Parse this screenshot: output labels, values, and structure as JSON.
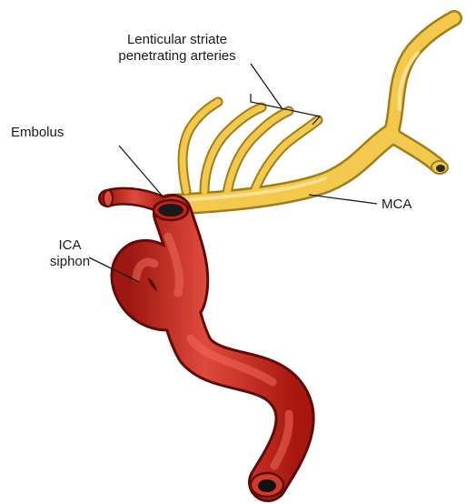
{
  "labels": {
    "lenticular_line1": "Lenticular striate",
    "lenticular_line2": "penetrating arteries",
    "embolus": "Embolus",
    "mca": "MCA",
    "ica_line1": "ICA",
    "ica_line2": "siphon"
  },
  "colors": {
    "mca_fill": "#f2c94c",
    "mca_outline": "#a07d16",
    "ica_fill": "#c9221a",
    "ica_outline": "#5e0c08",
    "ica_highlight": "#f06a5a",
    "embolus": "#1a1a1a"
  }
}
